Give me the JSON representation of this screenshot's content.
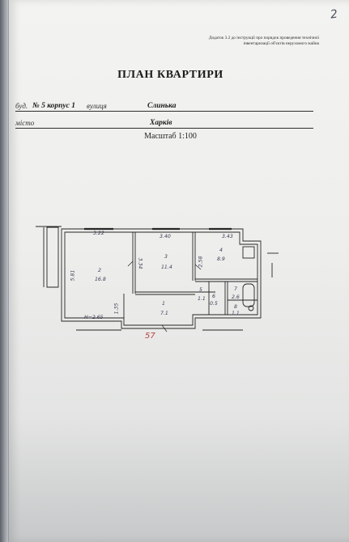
{
  "page": {
    "number": "2"
  },
  "header": {
    "annex_line1": "Додаток 3.2 до інструкції про порядок проведення технічної",
    "annex_line2": "інвентаризації об'єктів нерухомого майна"
  },
  "title": "ПЛАН КВАРТИРИ",
  "address": {
    "building_label": "буд.",
    "building_value": "№ 5 корпус 1",
    "street_label": "вулиця",
    "street_value": "Слинька",
    "city_label": "місто",
    "city_value": "Харків"
  },
  "scale": "Масштаб 1:100",
  "plan": {
    "dims": {
      "room2_width": "3.22",
      "room3_width": "3.40",
      "room4_width": "3.43",
      "room3_depth": "3.34",
      "room2_depth": "5.81",
      "room4_depth": "2.58",
      "hall_depth": "1.35",
      "ceiling_height": "H=2.65"
    },
    "rooms": [
      {
        "number": "2",
        "area": "16.8"
      },
      {
        "number": "3",
        "area": "11.4"
      },
      {
        "number": "4",
        "area": "8.9"
      },
      {
        "number": "1",
        "area": "7.1"
      },
      {
        "number": "5",
        "area": "1.1"
      },
      {
        "number": "6",
        "area": "0.5"
      },
      {
        "number": "7",
        "area": "2.6"
      },
      {
        "number": "8",
        "area": "1.1"
      }
    ],
    "total_area": "57"
  },
  "colors": {
    "ink": "#1d1d1d",
    "pen_blue": "#3a3d55",
    "pen_red": "#b8423e",
    "paper": "#eeeeec"
  }
}
